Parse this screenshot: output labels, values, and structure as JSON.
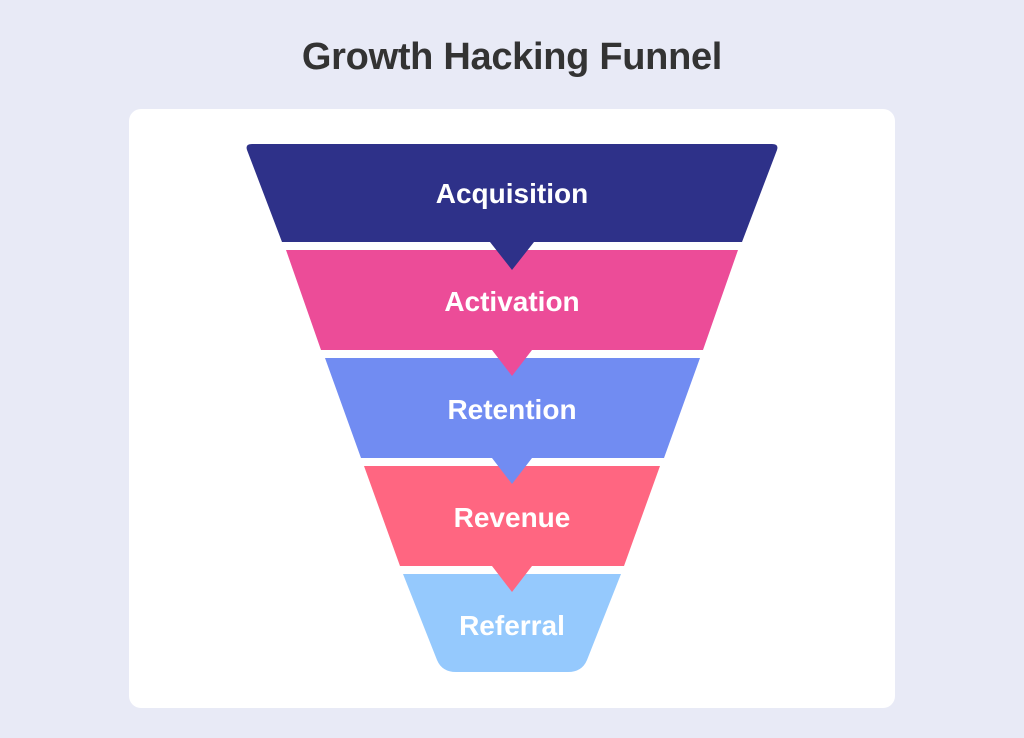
{
  "title": "Growth Hacking Funnel",
  "funnel": {
    "stages": [
      {
        "label": "Acquisition",
        "color": "#2e3189"
      },
      {
        "label": "Activation",
        "color": "#ec4c98"
      },
      {
        "label": "Retention",
        "color": "#718cf2"
      },
      {
        "label": "Revenue",
        "color": "#ff6681"
      },
      {
        "label": "Referral",
        "color": "#95c9fd"
      }
    ]
  },
  "colors": {
    "background": "#e8eaf6",
    "card": "#ffffff",
    "title": "#333333"
  }
}
